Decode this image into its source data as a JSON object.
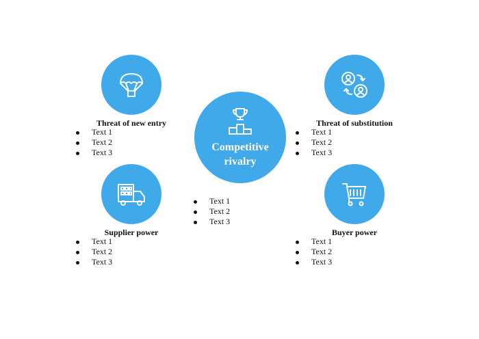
{
  "center": {
    "title": "Competitive rivalry",
    "icon": "trophy-podium-icon",
    "bullets": [
      "Text 1",
      "Text 2",
      "Text 3"
    ]
  },
  "forces": [
    {
      "id": "new-entry",
      "title": "Threat of new entry",
      "icon": "parachute-icon",
      "bullets": [
        "Text 1",
        "Text 2",
        "Text 3"
      ]
    },
    {
      "id": "substitution",
      "title": "Threat of substitution",
      "icon": "user-swap-icon",
      "bullets": [
        "Text 1",
        "Text 2",
        "Text 3"
      ]
    },
    {
      "id": "supplier",
      "title": "Supplier power",
      "icon": "delivery-truck-icon",
      "bullets": [
        "Text 1",
        "Text 2",
        "Text 3"
      ]
    },
    {
      "id": "buyer",
      "title": "Buyer power",
      "icon": "shopping-cart-icon",
      "bullets": [
        "Text 1",
        "Text 2",
        "Text 3"
      ]
    }
  ],
  "colors": {
    "circle": "#3fa9ea",
    "icon": "#ffffff",
    "text": "#111111"
  }
}
